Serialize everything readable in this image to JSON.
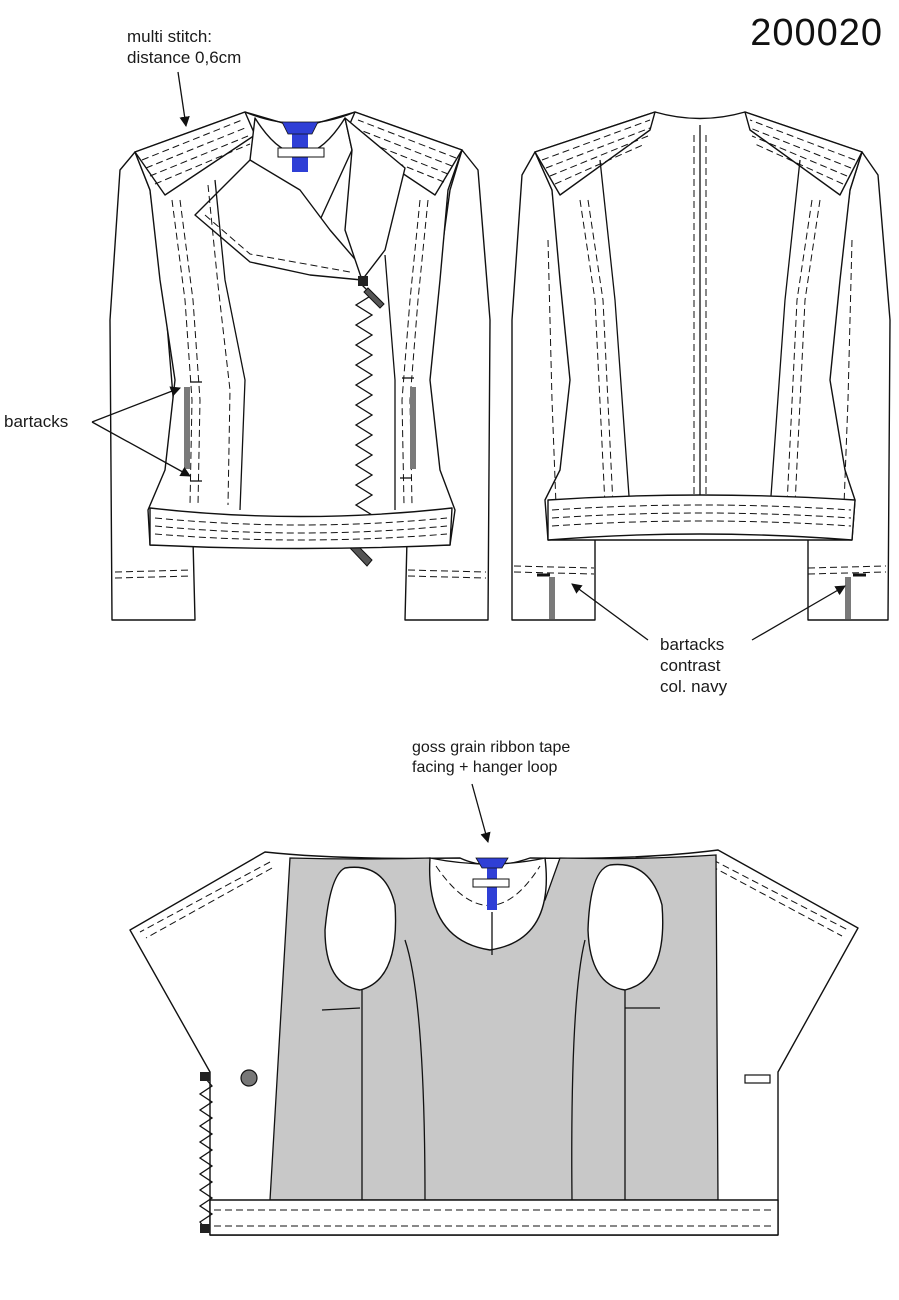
{
  "style_number": "200020",
  "annotations": {
    "multi_stitch": [
      "multi stitch:",
      "distance 0,6cm"
    ],
    "bartacks": "bartacks",
    "bartacks_contrast": [
      "bartacks",
      "contrast",
      "col. navy"
    ],
    "ribbon_tape": [
      "goss grain ribbon tape",
      "facing + hanger loop"
    ]
  },
  "colors": {
    "hanger_loop": "#2f3fd6",
    "bartack_mark": "#7a7a7a",
    "lining": "#c8c8c8"
  },
  "views": [
    "front-view",
    "back-view",
    "inside-view"
  ]
}
